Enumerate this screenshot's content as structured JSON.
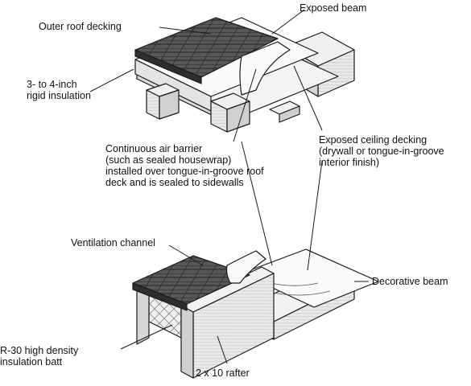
{
  "labels": {
    "outer_roof_decking": "Outer roof decking",
    "exposed_beam": "Exposed beam",
    "rigid_insulation": [
      "3- to 4-inch",
      "rigid insulation"
    ],
    "air_barrier": [
      "Continuous air barrier",
      "(such as sealed housewrap)",
      "installed over tongue-in-groove roof",
      "deck and is sealed to sidewalls"
    ],
    "exposed_ceiling_decking": [
      "Exposed ceiling decking",
      "(drywall or tongue-in-groove",
      "interior finish)"
    ],
    "ventilation_channel": "Ventilation channel",
    "decorative_beam": "Decorative beam",
    "r30_batt": [
      "R-30 high density",
      "insulation batt"
    ],
    "rafter": "2 x 10 rafter"
  },
  "colors": {
    "line": "#1a1a1a",
    "shingle": "#5a5a5a",
    "shingle_dark": "#3a3a3a",
    "wood": "#e6e6e6",
    "wood_shade": "#c8c8c8",
    "barrier": "#f2f2f2"
  }
}
